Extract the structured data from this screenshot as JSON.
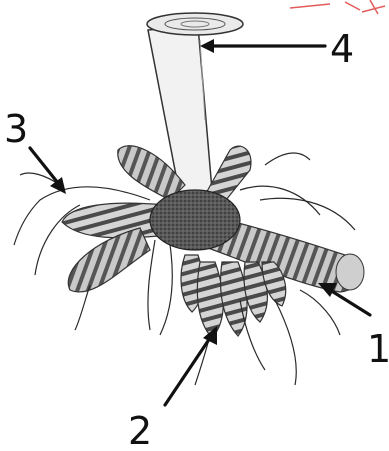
{
  "labels": {
    "l1": "1",
    "l2": "2",
    "l3": "3",
    "l4": "4"
  },
  "colors": {
    "ink": "#111111",
    "annotation_red": "#e25b5b"
  }
}
